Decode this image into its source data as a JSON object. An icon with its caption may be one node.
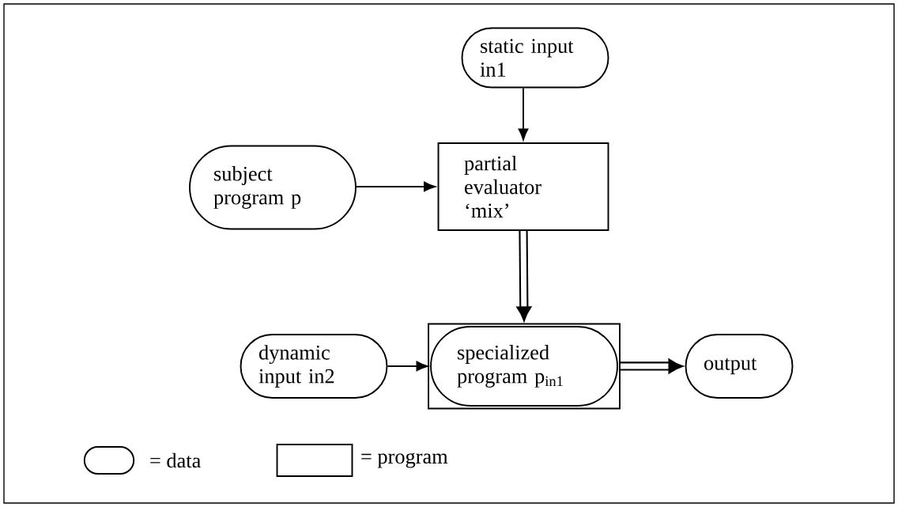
{
  "diagram": {
    "nodes": [
      {
        "text": [
          "static input in1"
        ]
      },
      {
        "text": [
          "subject program p"
        ]
      },
      {
        "text": [
          "partial evaluator ‘mix’"
        ]
      },
      {
        "text": [],
        "shape": "box"
      },
      {
        "text": [
          "specialized program p$_{in1}$"
        ],
        "in": 3
      },
      {
        "text": [
          "dynamic input in2"
        ]
      },
      {
        "text": [
          "output"
        ]
      }
    ],
    "edges": [
      {
        "from": 0,
        "to": 2,
        "arrow": "to"
      },
      {
        "from": 1,
        "to": 2,
        "arrow": "to"
      },
      {
        "from": 2,
        "to": 3,
        "arrow": "to",
        "style": "thick"
      },
      {
        "from": 5,
        "to": 4,
        "arrow": "to"
      },
      {
        "from": 3,
        "to": 6,
        "arrow": "to",
        "style": "thick"
      }
    ],
    "legend": [
      {
        "text": "= data"
      },
      {
        "text": "= program"
      }
    ]
  }
}
